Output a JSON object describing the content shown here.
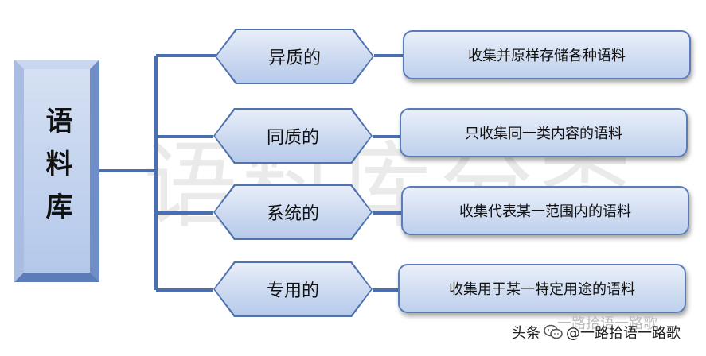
{
  "root": {
    "title": "语料库"
  },
  "watermark_text": "语料库分类",
  "categories": [
    {
      "label": "异质的",
      "description": "收集并原样存储各种语料"
    },
    {
      "label": "同质的",
      "description": "只收集同一类内容的语料"
    },
    {
      "label": "系统的",
      "description": "收集代表某一范围内的语料"
    },
    {
      "label": "专用的",
      "description": "收集用于某一特定用途的语料"
    }
  ],
  "credit": {
    "prefix": "头条",
    "handle": "@一路拾语一路歌",
    "faint": "一路拾语一路歌"
  },
  "colors": {
    "line": "#4a6fb0",
    "border": "#5a7cb8",
    "fill": "#c9d7ef"
  }
}
